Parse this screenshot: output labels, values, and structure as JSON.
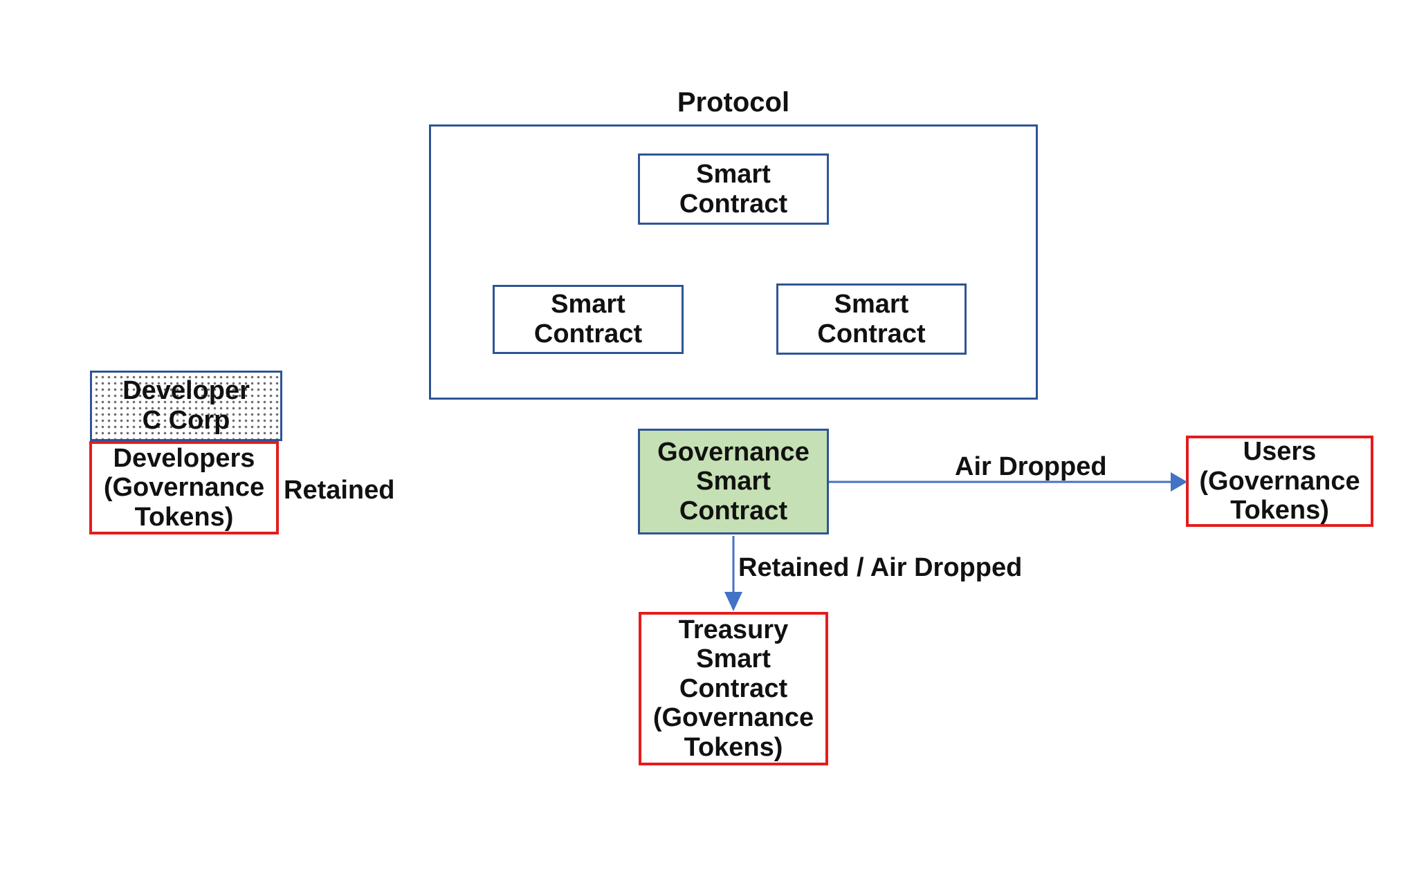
{
  "colors": {
    "blue_border": "#2f5496",
    "red_border": "#e41c1c",
    "green_fill": "#c5e0b4",
    "arrow": "#4472c4",
    "text": "#111111"
  },
  "diagram": {
    "protocol": {
      "title": "Protocol",
      "smart_contracts": [
        "Smart\nContract",
        "Smart\nContract",
        "Smart\nContract"
      ]
    },
    "nodes": {
      "developer_c_corp": "Developer\nC Corp",
      "developers": "Developers\n(Governance\nTokens)",
      "governance": "Governance\nSmart\nContract",
      "users": "Users\n(Governance\nTokens)",
      "treasury": "Treasury\nSmart\nContract\n(Governance\nTokens)"
    },
    "edge_labels": {
      "retained": "Retained",
      "air_dropped": "Air Dropped",
      "retained_air_dropped": "Retained / Air Dropped"
    }
  }
}
